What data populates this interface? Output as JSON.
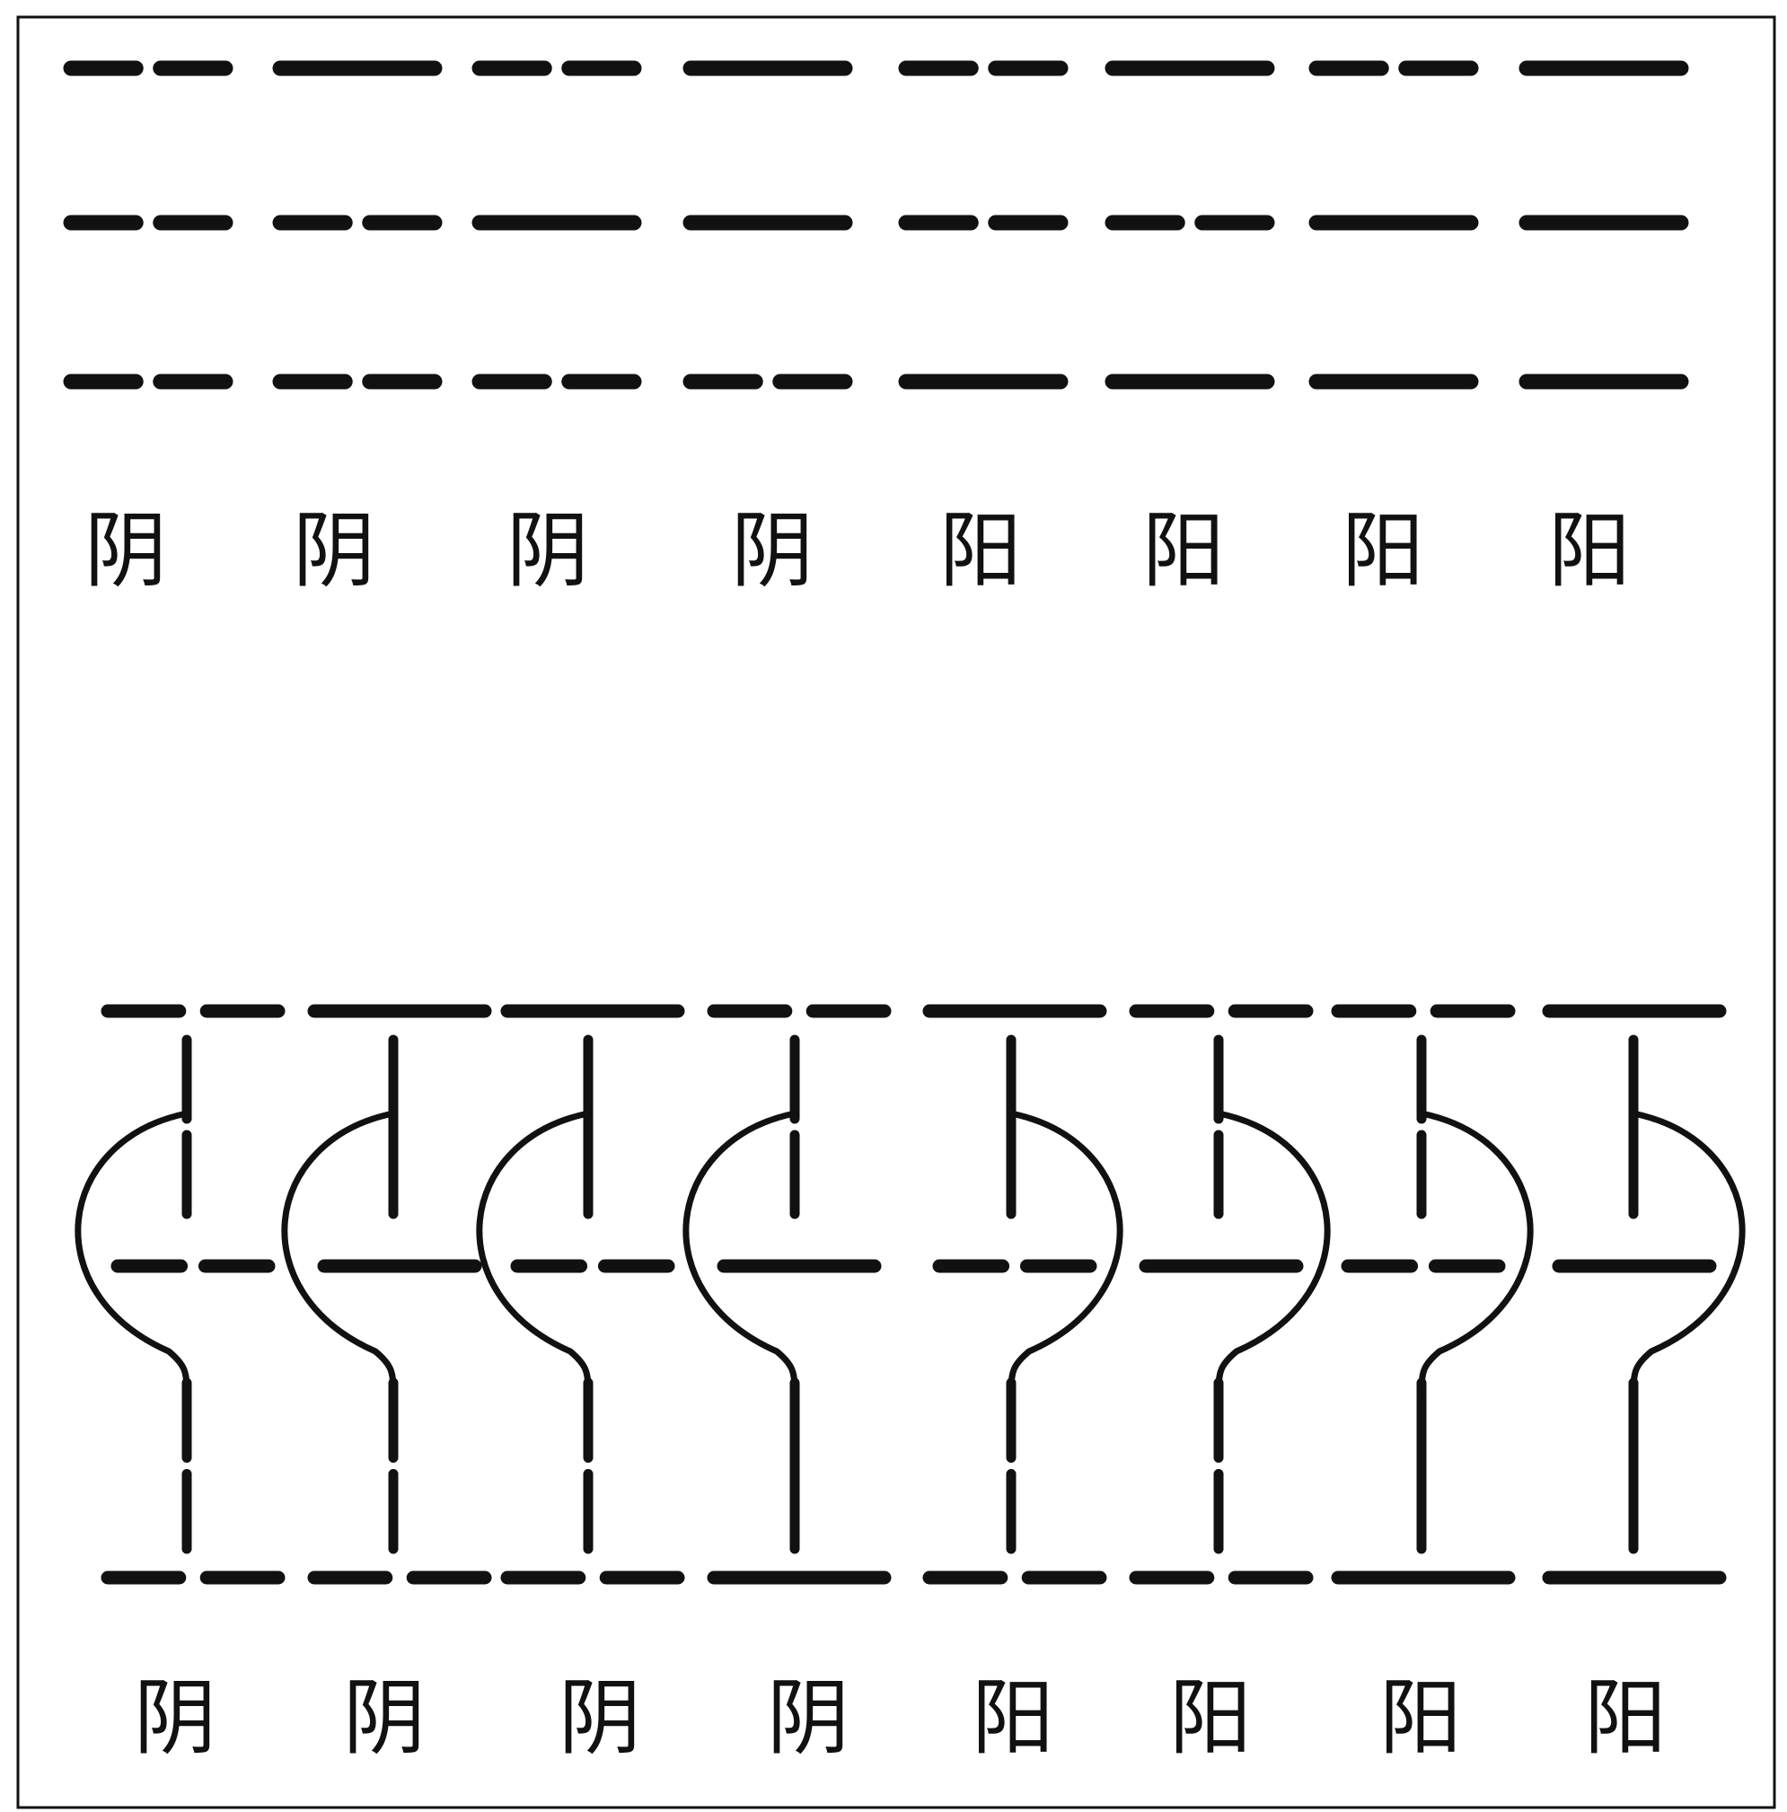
{
  "diagram": {
    "colors": {
      "ink": "#111111",
      "background": "#ffffff"
    },
    "top": {
      "trigrams": [
        {
          "lines": [
            "yin",
            "yin",
            "yin"
          ],
          "label": "阴"
        },
        {
          "lines": [
            "yang",
            "yin",
            "yin"
          ],
          "label": "阴"
        },
        {
          "lines": [
            "yin",
            "yang",
            "yin"
          ],
          "label": "阴"
        },
        {
          "lines": [
            "yang",
            "yang",
            "yin"
          ],
          "label": "阴"
        },
        {
          "lines": [
            "yin",
            "yin",
            "yang"
          ],
          "label": "阳"
        },
        {
          "lines": [
            "yang",
            "yin",
            "yang"
          ],
          "label": "阳"
        },
        {
          "lines": [
            "yin",
            "yang",
            "yang"
          ],
          "label": "阳"
        },
        {
          "lines": [
            "yang",
            "yang",
            "yang"
          ],
          "label": "阳"
        }
      ]
    },
    "bottom": {
      "figures": [
        {
          "lines": [
            "yin",
            "yin",
            "yin"
          ],
          "label": "阴"
        },
        {
          "lines": [
            "yang",
            "yang",
            "yin"
          ],
          "label": "阴"
        },
        {
          "lines": [
            "yang",
            "yin",
            "yin"
          ],
          "label": "阴"
        },
        {
          "lines": [
            "yin",
            "yang",
            "yang"
          ],
          "label": "阴"
        },
        {
          "lines": [
            "yang",
            "yin",
            "yin"
          ],
          "label": "阳"
        },
        {
          "lines": [
            "yin",
            "yang",
            "yin"
          ],
          "label": "阳"
        },
        {
          "lines": [
            "yin",
            "yin",
            "yang"
          ],
          "label": "阳"
        },
        {
          "lines": [
            "yang",
            "yang",
            "yang"
          ],
          "label": "阳"
        }
      ]
    }
  }
}
